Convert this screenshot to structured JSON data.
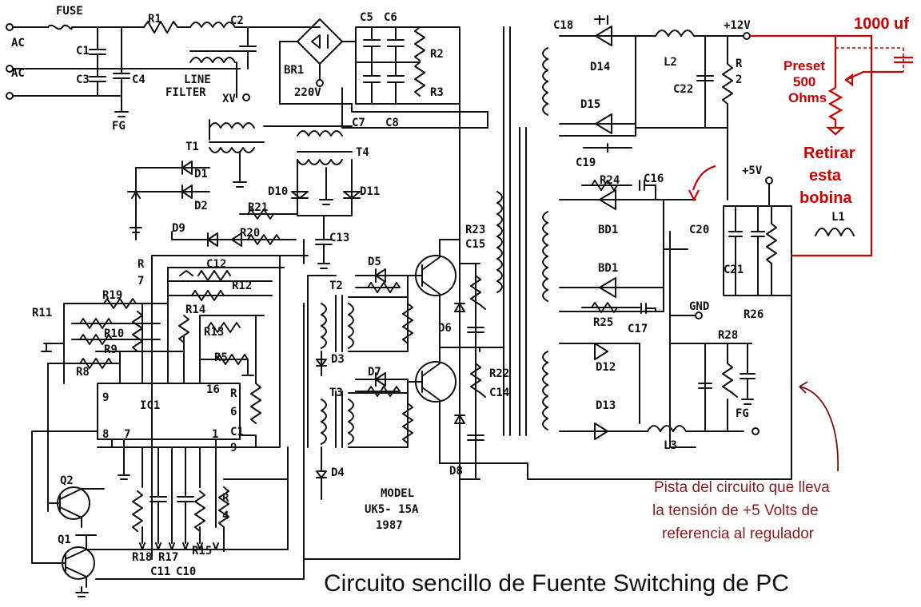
{
  "title": "Circuito sencillo de Fuente Switching de PC",
  "model": {
    "line1": "MODEL",
    "line2": "UK5- 15A",
    "line3": "1987"
  },
  "annotations": {
    "cap_value": "1000 uf",
    "preset_line1": "Preset",
    "preset_line2": "500",
    "preset_line3": "Ohms",
    "remove_line1": "Retirar",
    "remove_line2": "esta",
    "remove_line3": "bobina",
    "note_line1": "Pista del circuito que lleva",
    "note_line2": "la tensión de +5 Volts de",
    "note_line3": "referencia al regulador"
  },
  "labels": {
    "fuse": "FUSE",
    "ac1": "AC",
    "ac2": "AC",
    "fg1": "FG",
    "fg2": "FG",
    "r1": "R1",
    "c1": "C1",
    "c2": "C2",
    "c3": "C3",
    "c4": "C4",
    "line": "LINE",
    "filter": "FILTER",
    "xv": "XV",
    "br1": "BR1",
    "v220": "220V",
    "c5": "C5",
    "c6": "C6",
    "c7": "C7",
    "c8": "C8",
    "r2": "R2",
    "r3": "R3",
    "t1": "T1",
    "t2": "T2",
    "t3": "T3",
    "t4": "T4",
    "d1": "D1",
    "d2": "D2",
    "d3": "D3",
    "d4": "D4",
    "d5": "D5",
    "d6": "D6",
    "d7": "D7",
    "d8": "D8",
    "d9": "D9",
    "d10": "D10",
    "d11": "D11",
    "d12": "D12",
    "d13": "D13",
    "d14": "D14",
    "d15": "D15",
    "r20": "R20",
    "r21": "R21",
    "c13": "C13",
    "c12": "C12",
    "r7a": "R",
    "r7b": "7",
    "r12": "R12",
    "r14": "R14",
    "r13": "R13",
    "r5": "R5",
    "r11": "R11",
    "r19": "R19",
    "r10": "R10",
    "r9": "R9",
    "r8": "R8",
    "ic1": "IC1",
    "pin9": "9",
    "pin8": "8",
    "pin7": "7",
    "pin16": "16",
    "pin1": "1",
    "r6a": "R",
    "r6b": "6",
    "c9a": "C1",
    "c9b": "9",
    "q1": "Q1",
    "q2": "Q2",
    "r18": "R18",
    "r17": "R17",
    "r15": "R15",
    "r4a": "R",
    "r4b": "4",
    "c11": "C11",
    "c10": "C10",
    "r23": "R23",
    "c15": "C15",
    "r22": "R22",
    "c14": "C14",
    "c18": "C18",
    "c19": "C19",
    "l2": "L2",
    "l3": "L3",
    "plus12": "+12V",
    "r2b_a": "R",
    "r2b_b": "2",
    "c22": "C22",
    "r24": "R24",
    "c16": "C16",
    "bd1a": "BD1",
    "bd1b": "BD1",
    "r25": "R25",
    "c17": "C17",
    "plus5": "+5V",
    "c20": "C20",
    "c21": "C21",
    "r26": "R26",
    "l1": "L1",
    "gnd": "GND",
    "r28": "R28"
  }
}
